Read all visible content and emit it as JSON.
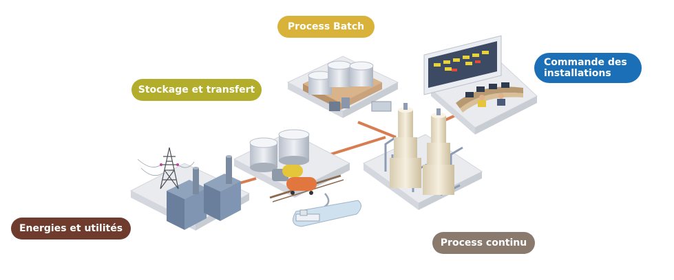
{
  "labels": {
    "process_batch": "Process Batch",
    "stockage": "Stockage et transfert",
    "commande": "Commande des installations",
    "energies": "Energies et utilités",
    "process_continu": "Process continu"
  },
  "colors": {
    "batch": "#d9b23a",
    "stockage": "#b2ad2b",
    "commande": "#1a6fb6",
    "energies": "#6e3b2c",
    "continu": "#8a7a6e",
    "platform": "#e9ebee",
    "pipe": "#d87d52"
  }
}
